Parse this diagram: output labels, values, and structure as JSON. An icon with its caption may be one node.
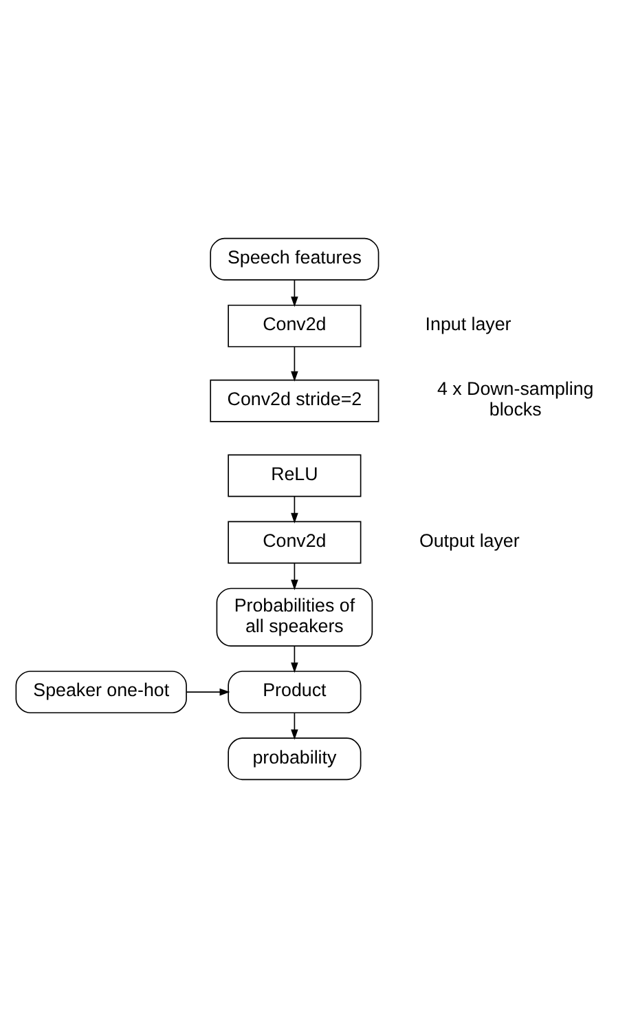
{
  "diagram": {
    "nodes": [
      {
        "text": [
          "Speech features"
        ]
      },
      {
        "text": [
          "Conv2d"
        ],
        "beside": [
          "Input layer"
        ]
      },
      {
        "text": [
          "Conv2d stride=2"
        ]
      },
      {
        "text": [
          "ReLU"
        ]
      },
      {
        "text": [
          "Conv2d"
        ],
        "beside": [
          "Output layer"
        ]
      },
      {
        "text": [
          "Probabilities of all speakers"
        ]
      },
      {
        "text": [
          "Speaker one-hot"
        ]
      },
      {
        "text": [
          "Product"
        ]
      },
      {
        "text": [
          "probability"
        ]
      }
    ],
    "edges": [
      {
        "from": 0,
        "to": 1,
        "arrow": "to"
      },
      {
        "from": 1,
        "to": 2,
        "arrow": "to"
      },
      {
        "from": 3,
        "to": 4,
        "arrow": "to"
      },
      {
        "from": 4,
        "to": 5,
        "arrow": "to"
      },
      {
        "from": 5,
        "to": 7,
        "arrow": "to"
      },
      {
        "from": 6,
        "to": 7,
        "arrow": "to"
      },
      {
        "from": 7,
        "to": 8,
        "arrow": "to"
      }
    ],
    "labels": [
      "4 x Down-sampling blocks"
    ]
  }
}
